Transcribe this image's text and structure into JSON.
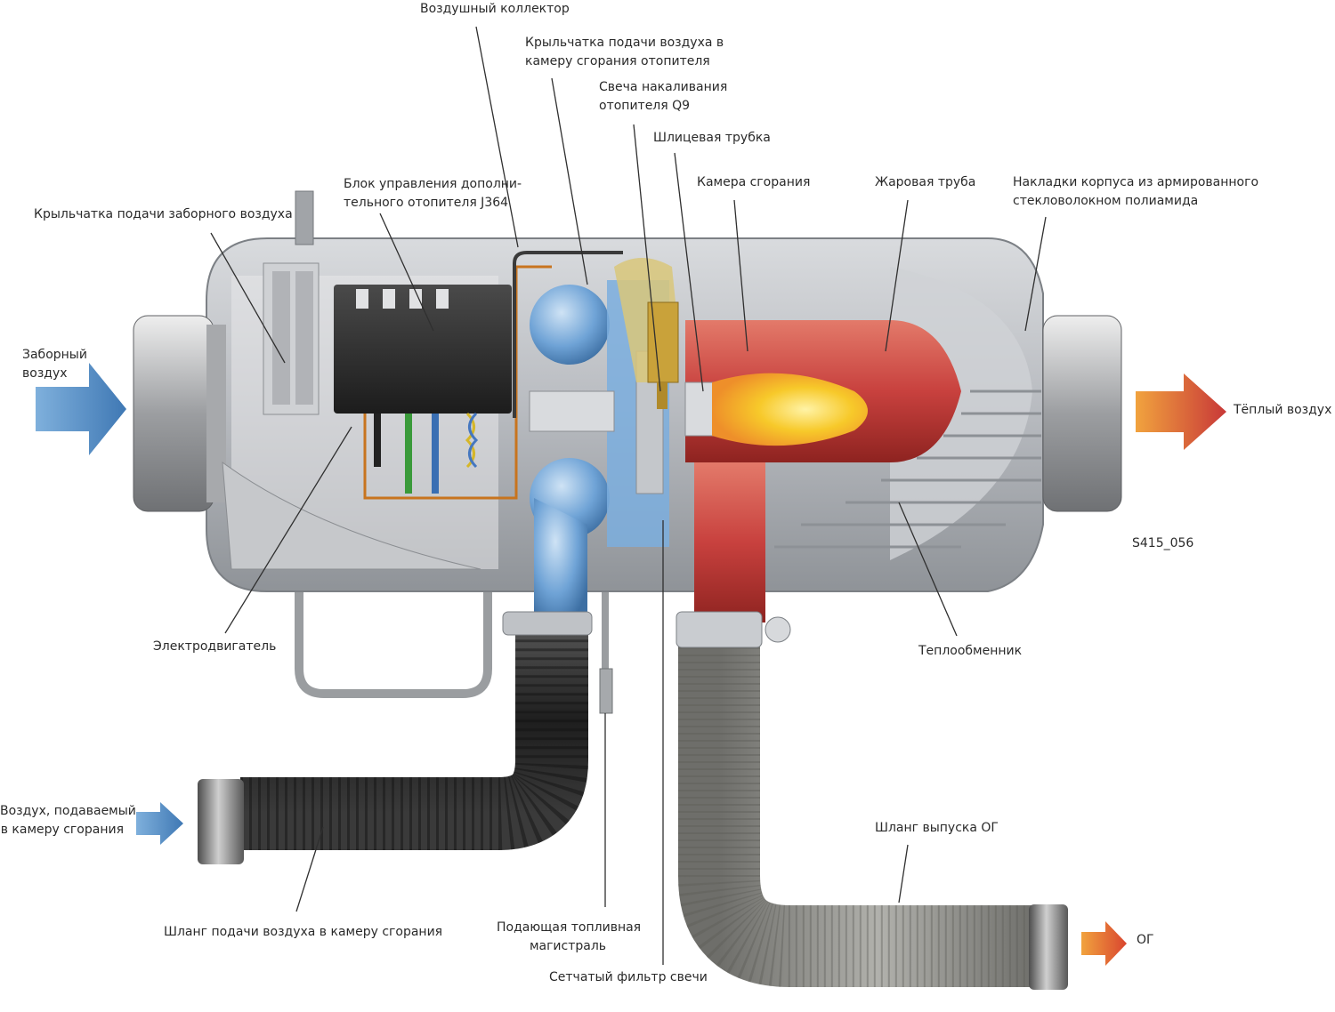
{
  "labels": {
    "air_manifold": "Воздушный коллектор",
    "combustion_fan": [
      "Крыльчатка подачи воздуха в",
      "камеру сгорания отопителя"
    ],
    "glow_plug": [
      "Свеча накаливания",
      "отопителя Q9"
    ],
    "slotted_tube": "Шлицевая трубка",
    "control_unit": [
      "Блок управления дополни-",
      "тельного отопителя J364"
    ],
    "intake_fan": "Крыльчатка подачи заборного воздуха",
    "combustion_chamber": "Камера сгорания",
    "flame_tube": "Жаровая труба",
    "housing_covers": [
      "Накладки корпуса из армированного",
      "стекловолокном полиамида"
    ],
    "intake_air": [
      "Заборный",
      "воздух"
    ],
    "warm_air": "Тёплый воздух",
    "figure_code": "S415_056",
    "motor": "Электродвигатель",
    "heat_exchanger": "Теплообменник",
    "combustion_air_in": [
      "Воздух, подаваемый",
      "в камеру сгорания"
    ],
    "exhaust_hose": "Шланг выпуска ОГ",
    "combustion_air_hose": "Шланг подачи воздуха в камеру сгорания",
    "fuel_line": [
      "Подающая топливная",
      "магистраль"
    ],
    "glow_plug_filter": "Сетчатый фильтр свечи",
    "exhaust": "ОГ"
  },
  "colors": {
    "intake_arrow": "#5d93c6",
    "warm_arrow": "#d8503c",
    "exhaust_arrow": "#e2662e",
    "housing": "#b9bcc0",
    "blower_blue": "#6fa3d6",
    "combustion_red": "#c8413e",
    "flame": "#f7c92a",
    "hose_dark": "#2b2b2b",
    "hose_gray": "#8c8c88"
  }
}
